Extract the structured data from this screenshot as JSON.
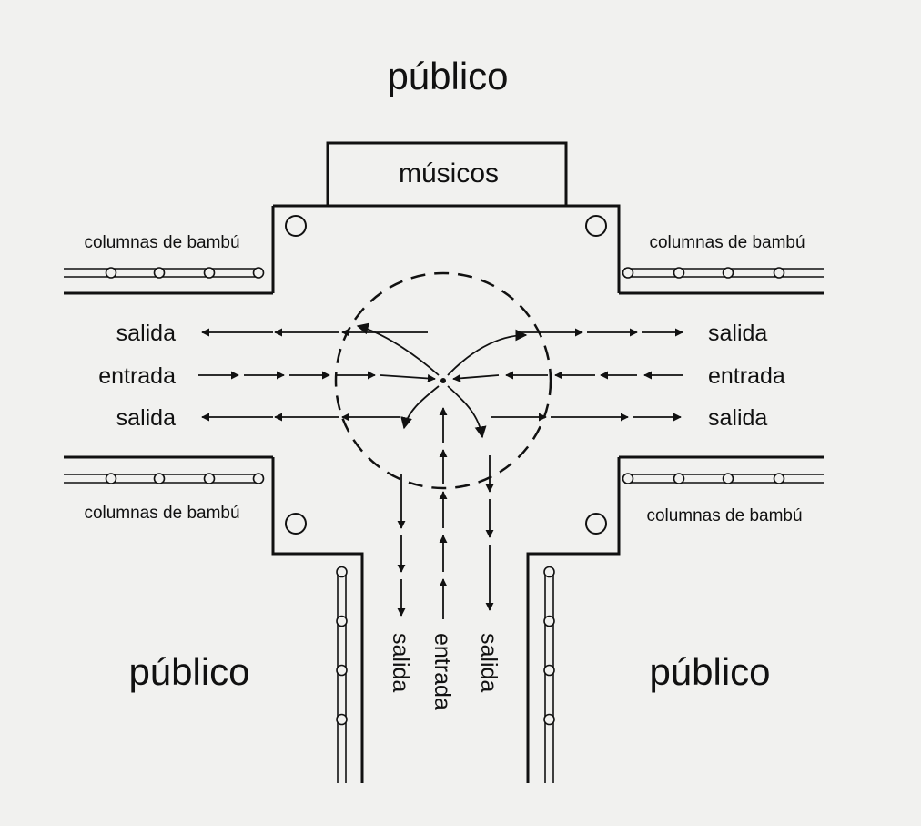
{
  "labels": {
    "audience_top": "público",
    "musicians": "músicos",
    "audience_bottom_left": "público",
    "audience_bottom_right": "público",
    "bamboo_top_left": "columnas de bambú",
    "bamboo_top_right": "columnas de bambú",
    "bamboo_bottom_left": "columnas de bambú",
    "bamboo_bottom_right": "columnas de bambú",
    "left_exit_top": "salida",
    "left_entrance": "entrada",
    "left_exit_bottom": "salida",
    "right_exit_top": "salida",
    "right_entrance": "entrada",
    "right_exit_bottom": "salida",
    "bottom_exit_left": "salida",
    "bottom_entrance": "entrada",
    "bottom_exit_right": "salida"
  },
  "colors": {
    "ink": "#111111",
    "paper": "#f1f1ef"
  }
}
